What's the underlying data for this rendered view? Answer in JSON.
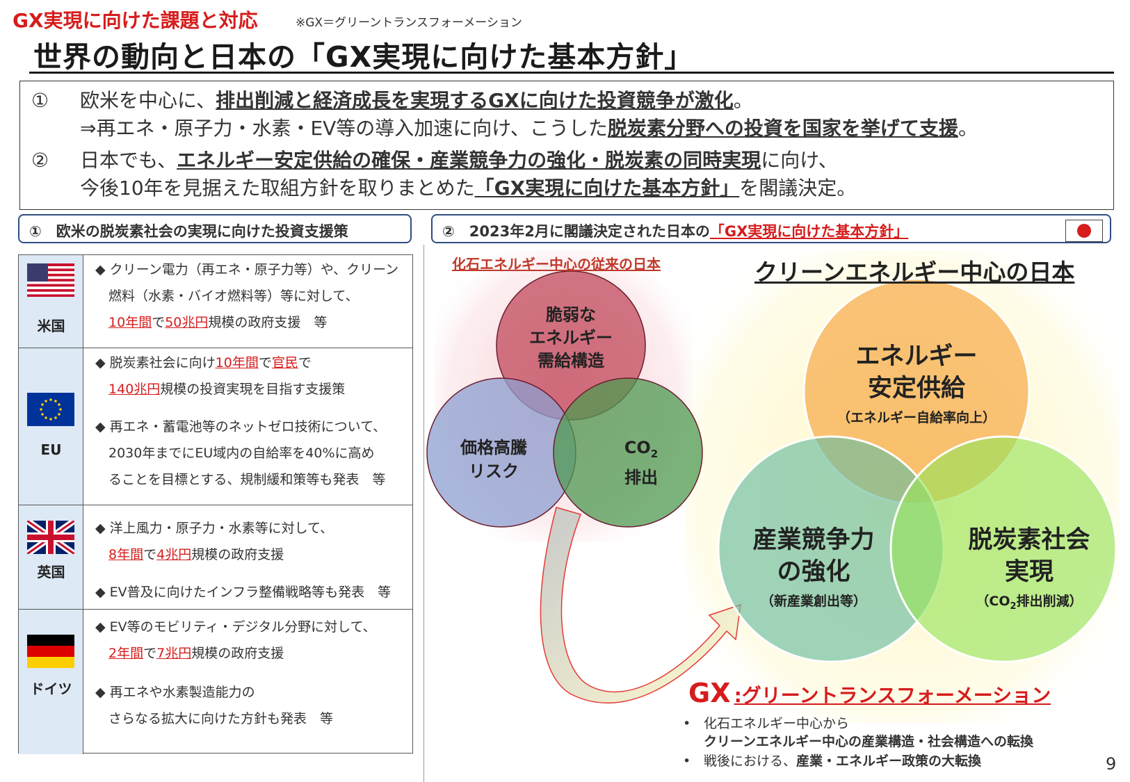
{
  "header": {
    "kicker": "GX実現に向けた課題と対応",
    "note": "※GX＝グリーントランスフォーメーション",
    "title": "世界の動向と日本の「GX実現に向けた基本方針」"
  },
  "summary": {
    "p1_num": "①",
    "p1_a": "欧米を中心に、",
    "p1_b": "排出削減と経済成長を実現するGXに向けた投資競争が激化",
    "p1_c": "。",
    "p1_2a": "⇒再エネ・原子力・水素・EV等の導入加速に向け、こうした",
    "p1_2b": "脱炭素分野への投資を国家を挙げて支援",
    "p1_2c": "。",
    "p2_num": "②",
    "p2_a": "日本でも、",
    "p2_b": "エネルギー安定供給の確保・産業競争力の強化・脱炭素の同時実現",
    "p2_c": "に向け、",
    "p2_2a": "今後10年を見据えた取組方針を取りまとめた",
    "p2_2b": "「GX実現に向けた基本方針」",
    "p2_2c": "を閣議決定。"
  },
  "left_panel": {
    "header": "①　欧米の脱炭素社会の実現に向けた投資支援策",
    "countries": [
      {
        "name": "米国",
        "lines": [
          [
            "◆ クリーン電力（再エネ・原子力等）や、クリーン"
          ],
          [
            "　燃料（水素・バイオ燃料等）等に対して、"
          ],
          [
            "　",
            "10年間",
            "で",
            "50兆円",
            "規模の政府支援　等"
          ]
        ]
      },
      {
        "name": "EU",
        "lines": [
          [
            "◆ 脱炭素社会に向け",
            "10年間",
            "で",
            "官民",
            "で"
          ],
          [
            "　",
            "140兆円",
            "規模の投資実現を目指す支援策"
          ],
          [
            "◆ 再エネ・蓄電池等のネットゼロ技術について、"
          ],
          [
            "　2030年までにEU域内の自給率を40%に高め"
          ],
          [
            "　ることを目標とする、規制緩和策等も発表　等"
          ]
        ]
      },
      {
        "name": "英国",
        "lines": [
          [
            "◆ 洋上風力・原子力・水素等に対して、"
          ],
          [
            "　",
            "8年間",
            "で",
            "4兆円",
            "規模の政府支援"
          ],
          [
            "◆ EV普及に向けたインフラ整備戦略等も発表　等"
          ]
        ]
      },
      {
        "name": "ドイツ",
        "lines": [
          [
            "◆ EV等のモビリティ・デジタル分野に対して、"
          ],
          [
            "　",
            "2年間",
            "で",
            "7兆円",
            "規模の政府支援"
          ],
          [
            "◆ 再エネや水素製造能力の"
          ],
          [
            "　さらなる拡大に向けた方針も発表　等"
          ]
        ]
      }
    ]
  },
  "right_panel": {
    "header_a": "②　2023年2月に閣議決定された日本の",
    "header_b": "「GX実現に向けた基本方針」",
    "old_label": "化石エネルギー中心の従来の日本",
    "old_circles": {
      "top": [
        "脆弱な",
        "エネルギー",
        "需給構造"
      ],
      "left": [
        "価格高騰",
        "リスク"
      ],
      "right_a": "CO",
      "right_sub": "2",
      "right_b": "排出"
    },
    "clean_label": "クリーンエネルギー中心の日本",
    "clean_circles": {
      "top": [
        "エネルギー",
        "安定供給"
      ],
      "top_sub": "（エネルギー自給率向上）",
      "left": [
        "産業競争力",
        "の強化"
      ],
      "left_sub": "（新産業創出等）",
      "right": [
        "脱炭素社会",
        "実現"
      ],
      "right_sub_a": "（CO",
      "right_sub_2": "2",
      "right_sub_b": "排出削減）"
    },
    "gx_big": "GX",
    "gx_sub": ":グリーントランスフォーメーション",
    "bullets": [
      [
        "•",
        "化石エネルギー中心から"
      ],
      [
        "",
        "クリーンエネルギー中心の産業構造・社会構造への転換"
      ],
      [
        "•",
        "戦後における、",
        "産業・エネルギー政策の大転換"
      ]
    ]
  },
  "page_number": "9",
  "colors": {
    "accent_red": "#d61c1c",
    "panel_border": "#2f4d80",
    "country_cell": "#dde9f5"
  }
}
